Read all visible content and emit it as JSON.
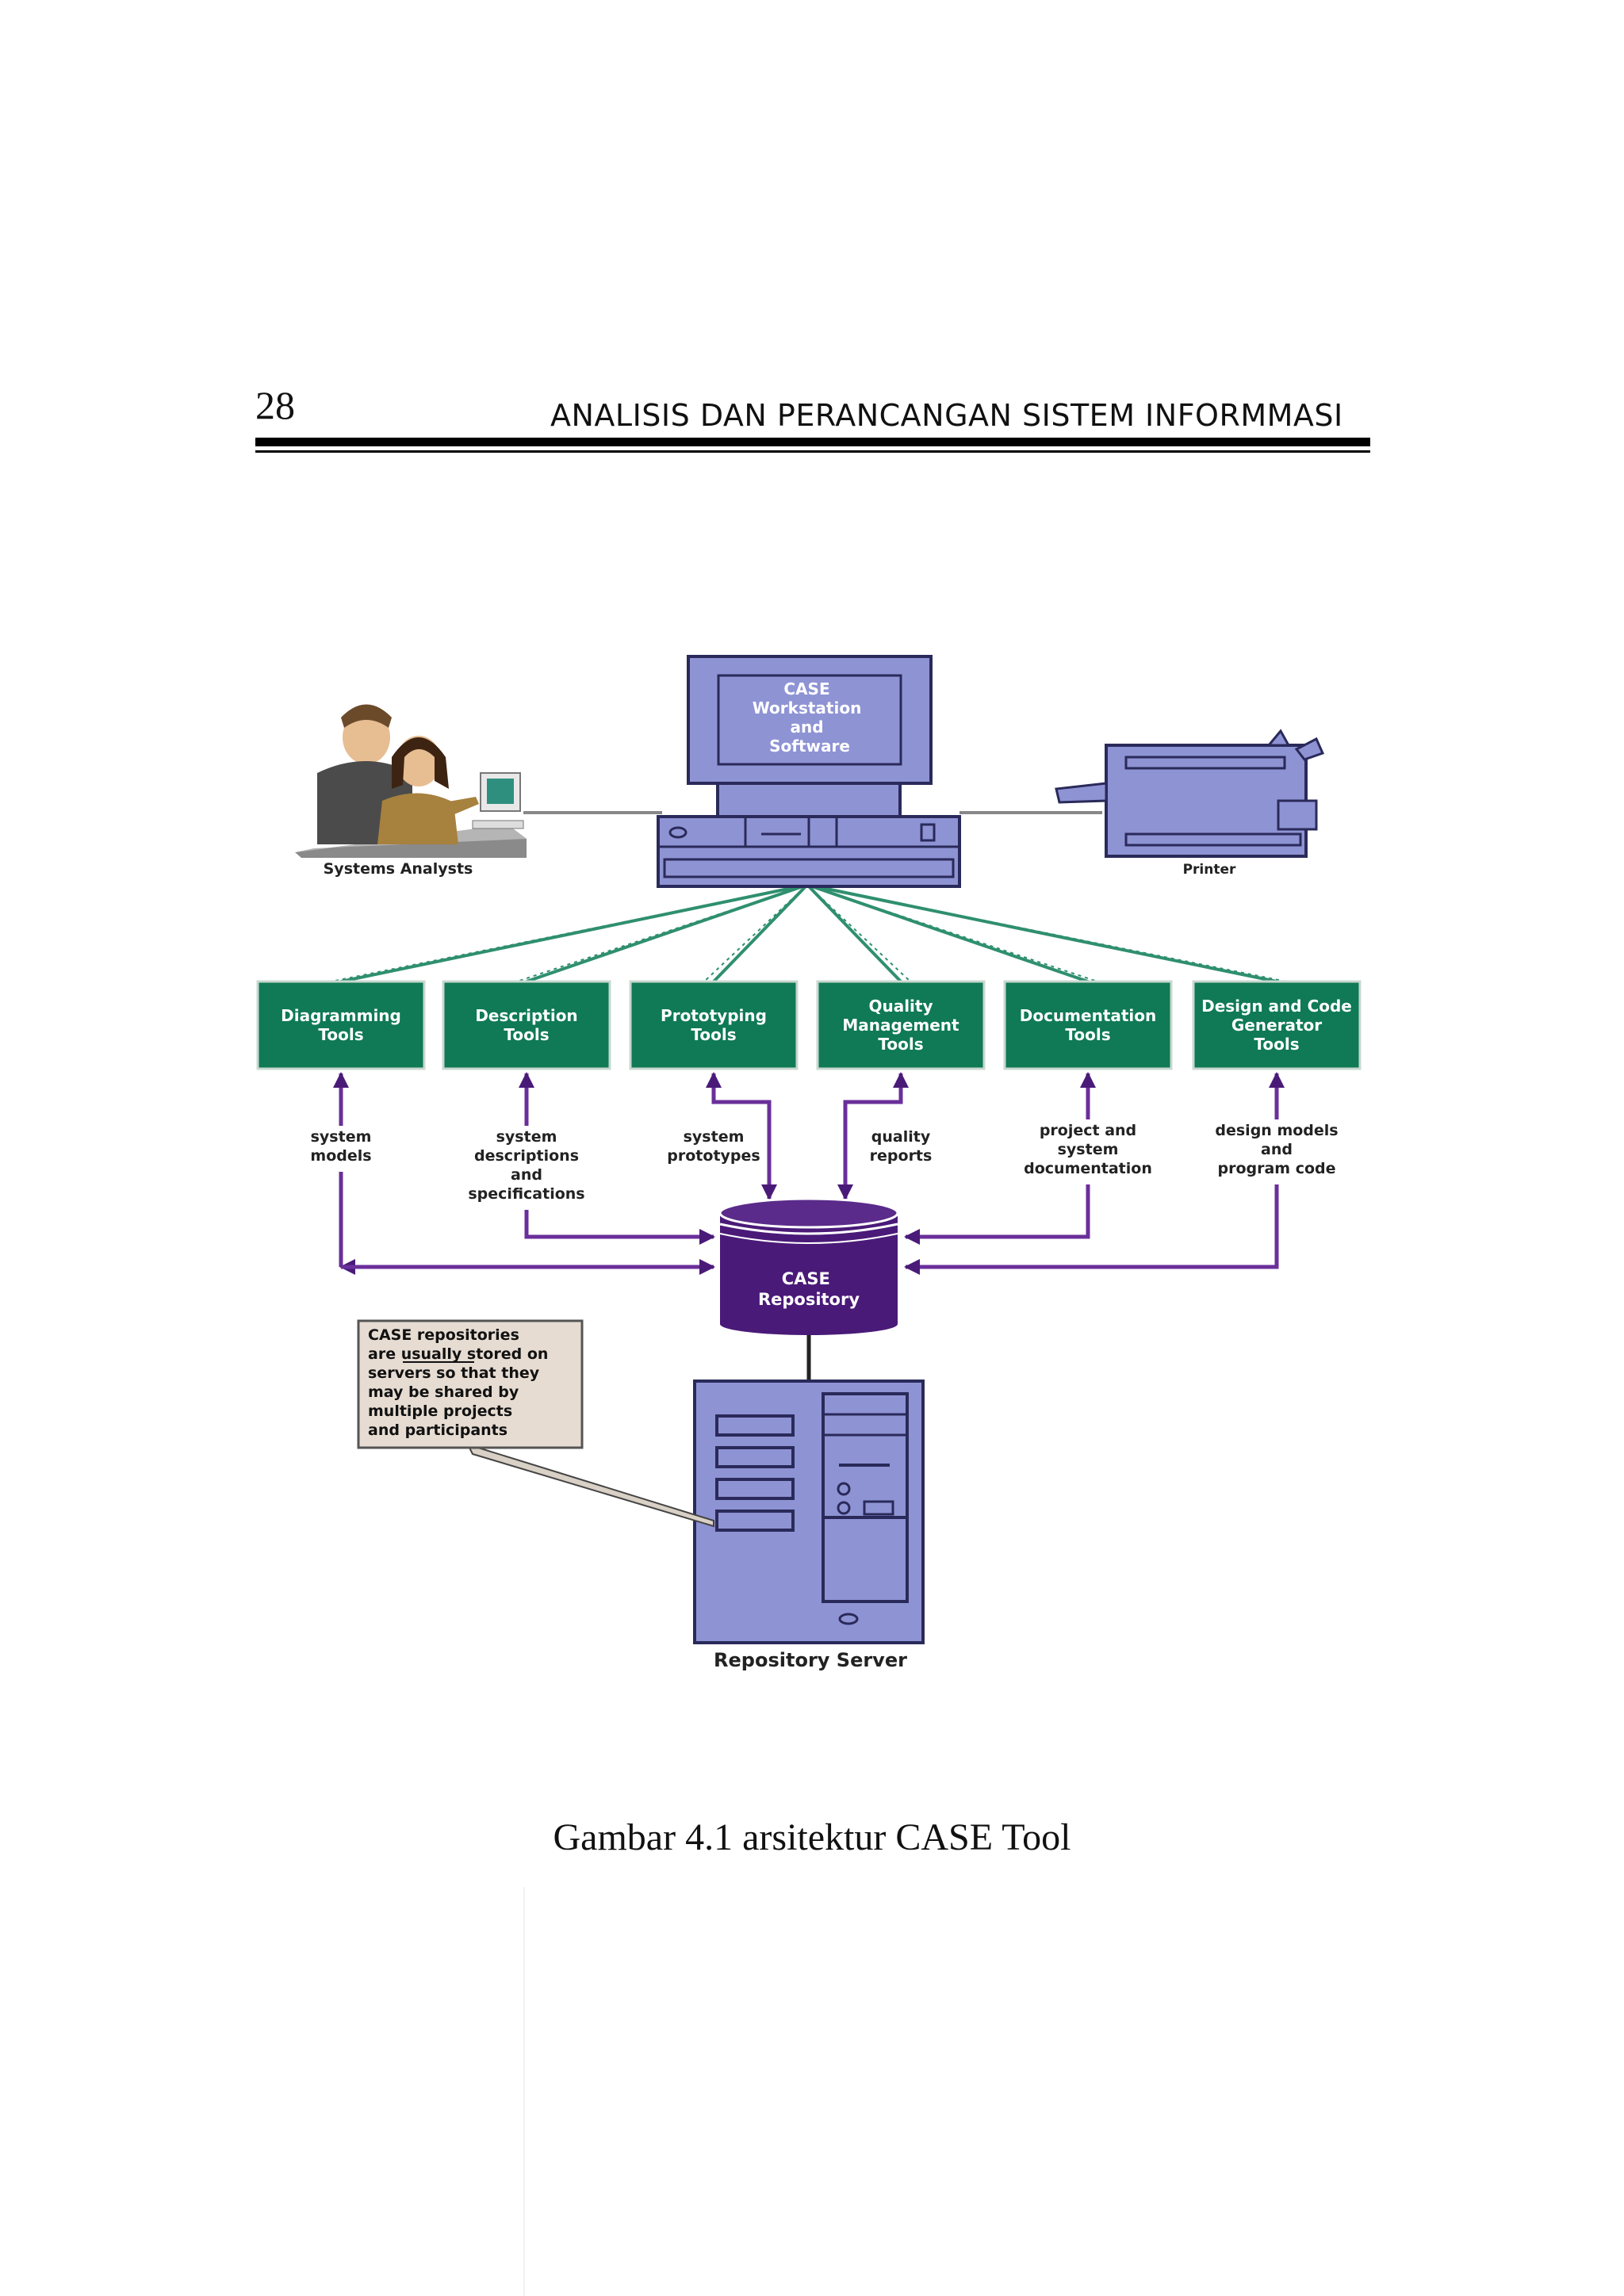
{
  "header": {
    "page_number": "28",
    "running_title": "ANALISIS DAN PERANCANGAN SISTEM INFORMMASI"
  },
  "figure": {
    "workstation": [
      "CASE",
      "Workstation",
      "and",
      "Software"
    ],
    "analysts_label": "Systems Analysts",
    "printer_label": "Printer",
    "tools": [
      {
        "lines": [
          "Diagramming",
          "Tools"
        ]
      },
      {
        "lines": [
          "Description",
          "Tools"
        ]
      },
      {
        "lines": [
          "Prototyping",
          "Tools"
        ]
      },
      {
        "lines": [
          "Quality",
          "Management",
          "Tools"
        ]
      },
      {
        "lines": [
          "Documentation",
          "Tools"
        ]
      },
      {
        "lines": [
          "Design and Code",
          "Generator",
          "Tools"
        ]
      }
    ],
    "flows": [
      {
        "lines": [
          "system",
          "models"
        ]
      },
      {
        "lines": [
          "system",
          "descriptions",
          "and",
          "specifications"
        ]
      },
      {
        "lines": [
          "system",
          "prototypes"
        ]
      },
      {
        "lines": [
          "quality",
          "reports"
        ]
      },
      {
        "lines": [
          "project and",
          "system",
          "documentation"
        ]
      },
      {
        "lines": [
          "design models",
          "and",
          "program code"
        ]
      }
    ],
    "repository": [
      "CASE",
      "Repository"
    ],
    "callout": [
      "CASE repositories",
      "are usually stored on",
      "servers so that they",
      "may be shared by",
      "multiple projects",
      "and participants"
    ],
    "callout_underlined_word": "usually",
    "server_label": "Repository Server",
    "colors": {
      "tool_green": "#0f7a55",
      "repository_purple": "#4a1a78",
      "arrow_purple": "#6a2f9a",
      "hardware_blue": "#8e93d4",
      "connector_teal": "#2f8f6f",
      "callout_fill": "#e6dcd2"
    }
  },
  "caption": "Gambar 4.1 arsitektur CASE Tool"
}
